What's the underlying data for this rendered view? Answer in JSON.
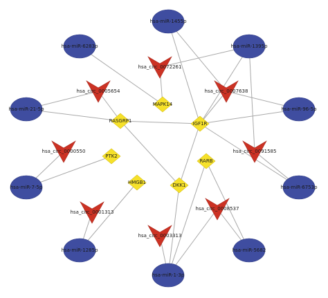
{
  "colors": {
    "mirna_fill": "#3f4da0",
    "mirna_stroke": "#2f3b86",
    "circrna_fill": "#cc3224",
    "circrna_stroke": "#a82418",
    "gene_fill": "#f6e12a",
    "gene_stroke": "#d8c11c",
    "edge": "#a9a9a9",
    "background": "#ffffff"
  },
  "node_types": {
    "mirna": "blue ellipse",
    "circrna": "red V arrowhead",
    "gene": "yellow diamond"
  },
  "nodes": [
    {
      "id": "mir14515",
      "type": "mirna",
      "label": "hsa-miR-1455p"
    },
    {
      "id": "mir6283",
      "type": "mirna",
      "label": "hsa-miR-6283p"
    },
    {
      "id": "mir1395",
      "type": "mirna",
      "label": "hsa-miR-1395p"
    },
    {
      "id": "mir21",
      "type": "mirna",
      "label": "hsa-miR-21-5p"
    },
    {
      "id": "mir96",
      "type": "mirna",
      "label": "hsa-miR-96-5p"
    },
    {
      "id": "mir7",
      "type": "mirna",
      "label": "hsa-miR-7-5p"
    },
    {
      "id": "mir6753",
      "type": "mirna",
      "label": "hsa-miR-6753p"
    },
    {
      "id": "mir1285",
      "type": "mirna",
      "label": "hsa-miR-1285p"
    },
    {
      "id": "mir5682",
      "type": "mirna",
      "label": "hsa-miR-5682"
    },
    {
      "id": "mir1",
      "type": "mirna",
      "label": "hsa-miR-1-3p"
    },
    {
      "id": "circ0072261",
      "type": "circrna",
      "label": "hsa_circ_0072261"
    },
    {
      "id": "circ0005654",
      "type": "circrna",
      "label": "hsa_circ_0005654"
    },
    {
      "id": "circ0007638",
      "type": "circrna",
      "label": "hsa_circ_0007638"
    },
    {
      "id": "circ0091585",
      "type": "circrna",
      "label": "hsa_circ_0091585"
    },
    {
      "id": "circ0000550",
      "type": "circrna",
      "label": "hsa_circ_0000550"
    },
    {
      "id": "circ0008537",
      "type": "circrna",
      "label": "hsa_circ_0008537"
    },
    {
      "id": "circ0001313",
      "type": "circrna",
      "label": "hsa_circ_0001313"
    },
    {
      "id": "circ0003313",
      "type": "circrna",
      "label": "hsa_circ_0003313"
    },
    {
      "id": "MAPK14",
      "type": "gene",
      "label": "MAPK14"
    },
    {
      "id": "RASGRP1",
      "type": "gene",
      "label": "RASGRP1"
    },
    {
      "id": "IGF1R",
      "type": "gene",
      "label": "IGF1R"
    },
    {
      "id": "PTK2",
      "type": "gene",
      "label": "PTK2"
    },
    {
      "id": "RARB",
      "type": "gene",
      "label": "RARB"
    },
    {
      "id": "HMGB1",
      "type": "gene",
      "label": "HMGB1"
    },
    {
      "id": "DKK1",
      "type": "gene",
      "label": "DKK1"
    }
  ],
  "edges": [
    [
      "mir14515",
      "IGF1R"
    ],
    [
      "mir14515",
      "circ0007638"
    ],
    [
      "mir6283",
      "MAPK14"
    ],
    [
      "circ0072261",
      "MAPK14"
    ],
    [
      "circ0072261",
      "mir1395"
    ],
    [
      "mir1395",
      "IGF1R"
    ],
    [
      "mir1395",
      "circ0091585"
    ],
    [
      "circ0005654",
      "mir21"
    ],
    [
      "circ0005654",
      "RASGRP1"
    ],
    [
      "mir21",
      "RASGRP1"
    ],
    [
      "circ0007638",
      "mir96"
    ],
    [
      "circ0007638",
      "IGF1R"
    ],
    [
      "IGF1R",
      "mir96"
    ],
    [
      "IGF1R",
      "mir6753"
    ],
    [
      "IGF1R",
      "RASGRP1"
    ],
    [
      "IGF1R",
      "DKK1"
    ],
    [
      "circ0091585",
      "mir6753"
    ],
    [
      "RASGRP1",
      "DKK1"
    ],
    [
      "circ0000550",
      "mir7"
    ],
    [
      "PTK2",
      "mir7"
    ],
    [
      "RARB",
      "mir1"
    ],
    [
      "RARB",
      "mir5682"
    ],
    [
      "DKK1",
      "mir1"
    ],
    [
      "circ0008537",
      "mir5682"
    ],
    [
      "circ0008537",
      "mir1"
    ],
    [
      "HMGB1",
      "mir1285"
    ],
    [
      "circ0001313",
      "mir1285"
    ],
    [
      "circ0003313",
      "mir1"
    ]
  ]
}
